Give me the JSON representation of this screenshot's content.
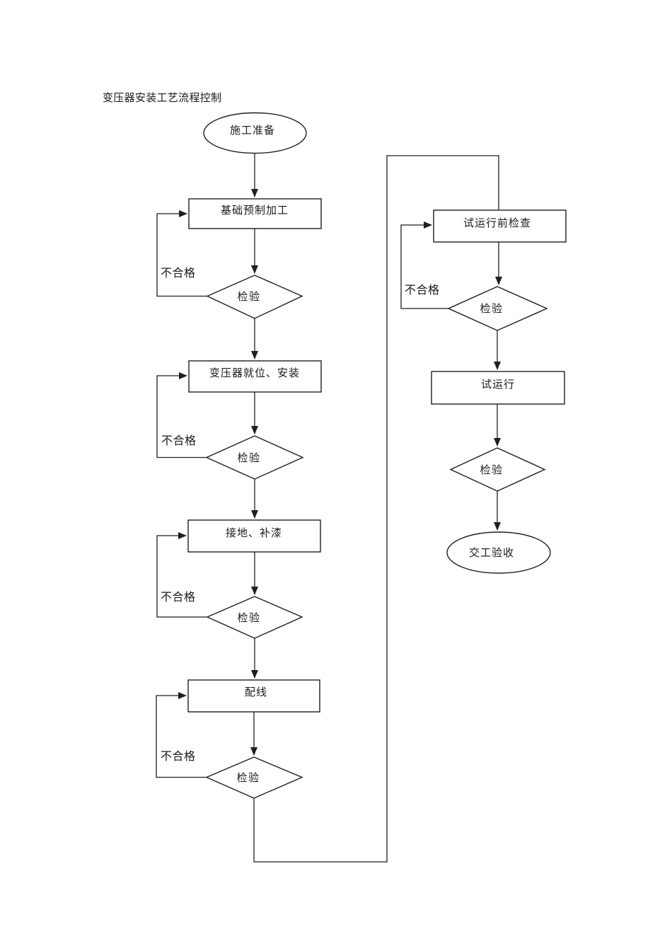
{
  "title": "变压器安装工艺流程控制",
  "nodes": {
    "start": "施工准备",
    "step1": "基础预制加工",
    "step2": "变压器就位、安装",
    "step3": "接地、补漆",
    "step4": "配线",
    "step5": "试运行前检查",
    "step6": "试运行",
    "end": "交工验收"
  },
  "labels": {
    "check1": "检验",
    "check2": "检验",
    "check3": "检验",
    "check4": "检验",
    "check5": "检验",
    "check6": "检验",
    "fail1": "不合格",
    "fail2": "不合格",
    "fail3": "不合格",
    "fail4": "不合格",
    "fail5": "不合格"
  },
  "colors": {
    "line": "#1f1f1f",
    "text": "#1a1a1a",
    "background": "#ffffff"
  }
}
